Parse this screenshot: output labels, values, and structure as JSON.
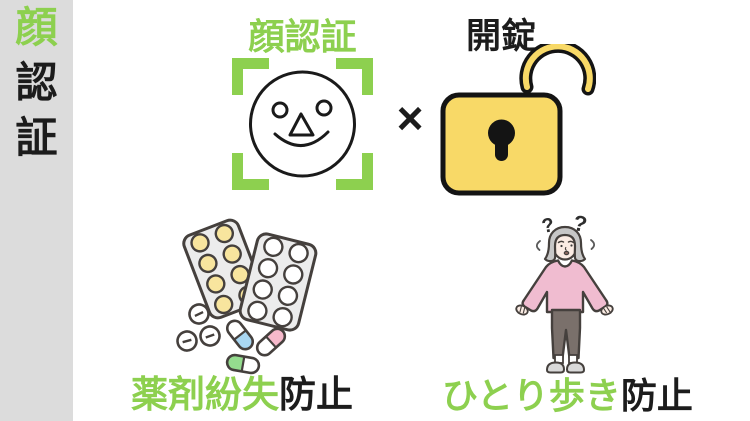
{
  "colors": {
    "green": "#8dd04f",
    "ink": "#1c1c1c",
    "sidebar_bg": "#dcdcdc",
    "lock_yellow": "#f8d967",
    "outline": "#45403d"
  },
  "sidebar": {
    "title_chars": [
      {
        "text": "顔",
        "highlight": true
      },
      {
        "text": "認",
        "highlight": false
      },
      {
        "text": "証",
        "highlight": false
      }
    ]
  },
  "top_row": {
    "face_auth_label": "顔認証",
    "multiply_symbol": "×",
    "unlock_label": "開錠",
    "icons": {
      "face": "face-scan-icon",
      "lock": "open-padlock-icon"
    }
  },
  "bottom_row": {
    "pills": {
      "label_highlight": "薬剤紛失",
      "label_rest": "防止",
      "icon": "medicine-pills-icon"
    },
    "person": {
      "label_highlight": "ひとり歩き",
      "label_rest": "防止",
      "icon": "confused-elderly-person-icon",
      "question_mark_left": "?",
      "question_mark_right": "?"
    }
  }
}
